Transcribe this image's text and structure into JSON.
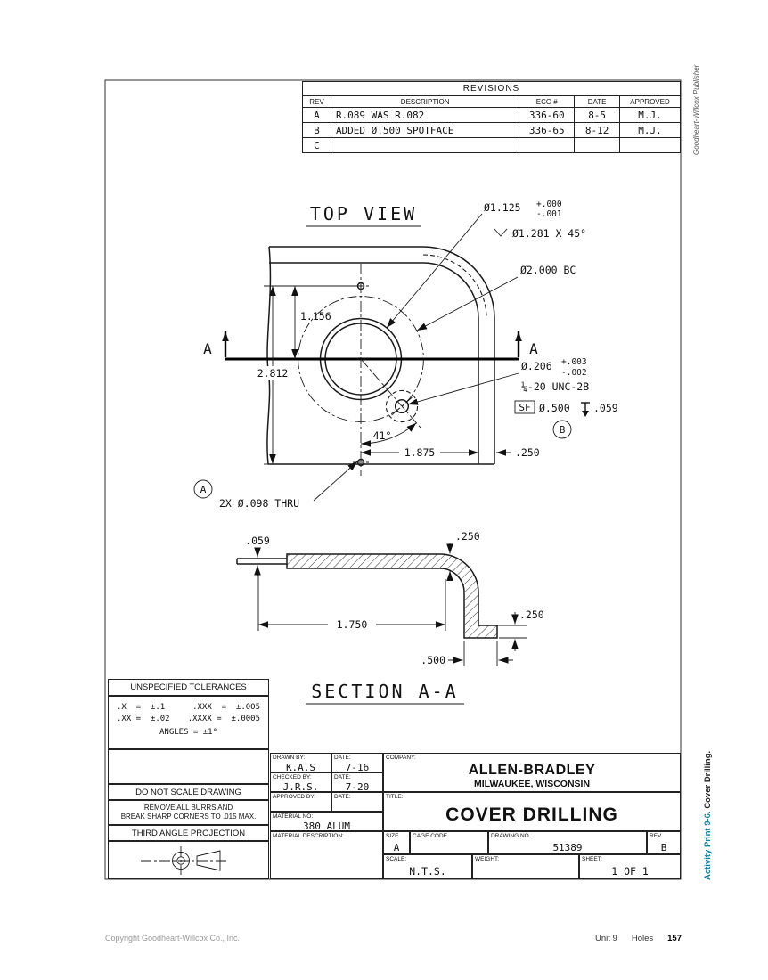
{
  "page": {
    "publisher_credit": "Goodheart-Willcox Publisher",
    "activity_label": "Activity Print 9-6.",
    "activity_title": " Cover Drilling.",
    "copyright": "Copyright Goodheart-Willcox Co., Inc.",
    "unit": "Unit 9",
    "section": "Holes",
    "page_number": "157"
  },
  "revisions": {
    "title": "REVISIONS",
    "headers": {
      "rev": "REV",
      "description": "DESCRIPTION",
      "eco": "ECO #",
      "date": "DATE",
      "approved": "APPROVED"
    },
    "rows": [
      {
        "rev": "A",
        "description": "R.089 WAS R.082",
        "eco": "336-60",
        "date": "8-5",
        "approved": "M.J."
      },
      {
        "rev": "B",
        "description": "ADDED Ø.500 SPOTFACE",
        "eco": "336-65",
        "date": "8-12",
        "approved": "M.J."
      },
      {
        "rev": "C",
        "description": "",
        "eco": "",
        "date": "",
        "approved": ""
      }
    ]
  },
  "top_view": {
    "title": "TOP VIEW",
    "label_a_left": "A",
    "label_a_right": "A",
    "dim_hole": "Ø1.125",
    "dim_hole_plus": "+.000",
    "dim_hole_minus": "-.001",
    "dim_chamfer": "Ø1.281 X 45°",
    "dim_bolt_circle": "Ø2.000 BC",
    "dim_tap": "Ø.206",
    "dim_tap_plus": "+.003",
    "dim_tap_minus": "-.002",
    "dim_thread": "¼-20 UNC-2B",
    "spotface_label": "SF",
    "spotface_dia": "Ø.500",
    "spotface_depth": ".059",
    "balloon_b": "B",
    "dim_1156": "1.156",
    "dim_2812": "2.812",
    "dim_angle": "41°",
    "dim_1875": "1.875",
    "dim_250": ".250",
    "balloon_a": "A",
    "note_holes": "2X Ø.098 THRU"
  },
  "section_view": {
    "title": "SECTION A-A",
    "dim_059": ".059",
    "dim_250_top": ".250",
    "dim_1750": "1.750",
    "dim_250_foot": ".250",
    "dim_500": ".500"
  },
  "tolerances": {
    "header": "UNSPECIFIED TOLERANCES",
    "x": ".X  =  ±.1",
    "xxx": ".XXX  =  ±.005",
    "xx": ".XX =  ±.02",
    "xxxx": ".XXXX =  ±.0005",
    "angles": "ANGLES = ±1°",
    "no_scale": "DO NOT SCALE DRAWING",
    "burrs_1": "REMOVE ALL BURRS AND",
    "burrs_2": "BREAK SHARP CORNERS TO .015 MAX.",
    "projection": "THIRD ANGLE PROJECTION"
  },
  "title_block": {
    "drawn_by_label": "DRAWN BY:",
    "drawn_by": "K.A.S",
    "date_label": "DATE:",
    "drawn_date": "7-16",
    "checked_by_label": "CHECKED BY:",
    "checked_by": "J.R.S.",
    "checked_date": "7-20",
    "approved_by_label": "APPROVED BY:",
    "company_label": "COMPANY:",
    "company": "ALLEN-BRADLEY",
    "company_city": "MILWAUKEE, WISCONSIN",
    "title_label": "TITLE:",
    "title": "COVER DRILLING",
    "material_no_label": "MATERIAL NO:",
    "material_no": "380 ALUM",
    "material_desc_label": "MATERIAL DESCRIPTION:",
    "size_label": "SIZE",
    "size": "A",
    "cage_label": "CAGE CODE",
    "drawing_no_label": "DRAWING NO.",
    "drawing_no": "51389",
    "rev_label": "REV",
    "rev": "B",
    "scale_label": "SCALE:",
    "scale": "N.T.S.",
    "weight_label": "WEIGHT:",
    "sheet_label": "SHEET:",
    "sheet": "1 OF 1"
  }
}
